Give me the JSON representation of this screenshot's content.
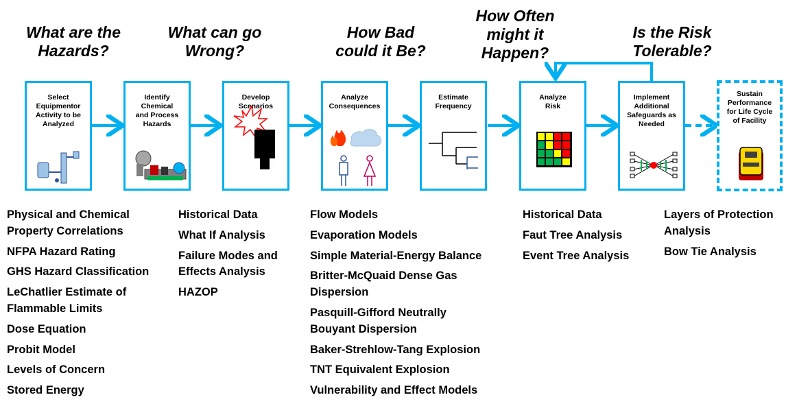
{
  "questions": [
    "What are the\nHazards?",
    "What can go\nWrong?",
    "How Bad\ncould it Be?",
    "How Often\nmight it\nHappen?",
    "Is the Risk\nTolerable?"
  ],
  "steps": [
    {
      "label": "Select\nEquipmentor\nActivity to be\nAnalyzed",
      "icon": "process-equipment-icon"
    },
    {
      "label": "Identify\nChemical\nand Process\nHazards",
      "icon": "chemical-plant-icon"
    },
    {
      "label": "Develop\nScenarios",
      "icon": "explosion-icon"
    },
    {
      "label": "Analyze\nConsequences",
      "icon": "consequences-icon"
    },
    {
      "label": "Estimate\nFrequency",
      "icon": "event-tree-icon"
    },
    {
      "label": "Analyze\nRisk",
      "icon": "risk-matrix-icon"
    },
    {
      "label": "Implement\nAdditional\nSafeguards as\nNeeded",
      "icon": "bow-tie-icon"
    },
    {
      "label": "Sustain\nPerformance\nfor Life Cycle\nof Facility",
      "icon": "binder-icon"
    }
  ],
  "methods": {
    "hazards": [
      "Physical and Chemical",
      "Property Correlations",
      "NFPA Hazard Rating",
      "GHS Hazard Classification",
      "LeChatlier Estimate of",
      "Flammable Limits",
      "Dose Equation",
      "Probit Model",
      "Levels of Concern",
      "Stored Energy"
    ],
    "wrong": [
      "Historical Data",
      "What If Analysis",
      "Failure Modes and",
      "Effects Analysis",
      "HAZOP"
    ],
    "consequences": [
      "Flow Models",
      "Evaporation Models",
      "Simple Material-Energy Balance",
      "Britter-McQuaid Dense Gas",
      "Dispersion",
      "Pasquill-Gifford Neutrally",
      "Bouyant Dispersion",
      "Baker-Strehlow-Tang Explosion",
      "TNT Equivalent Explosion",
      "Vulnerability and Effect Models"
    ],
    "frequency": [
      "Historical Data",
      "Faut Tree Analysis",
      "Event Tree Analysis"
    ],
    "protection": [
      "Layers of Protection",
      "Analysis",
      "Bow Tie Analysis"
    ]
  },
  "colors": {
    "accent": "#00b0f0",
    "risk_red": "#ff0000",
    "risk_yellow": "#ffff00",
    "risk_green": "#00b050"
  }
}
